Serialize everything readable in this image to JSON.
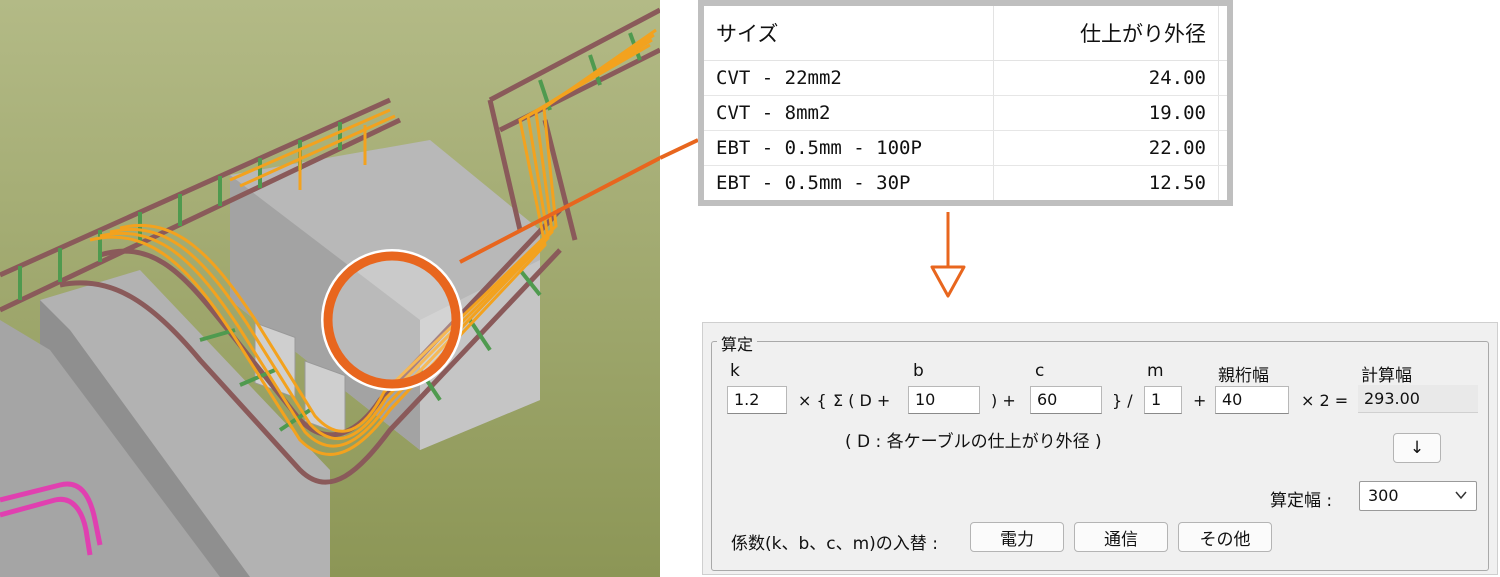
{
  "cable_table": {
    "headers": [
      "サイズ",
      "仕上がり外径"
    ],
    "rows": [
      [
        "CVT - 22mm2",
        "24.00"
      ],
      [
        "CVT - 8mm2",
        "19.00"
      ],
      [
        "EBT - 0.5mm - 100P",
        "22.00"
      ],
      [
        "EBT - 0.5mm - 30P",
        "12.50"
      ]
    ]
  },
  "calc": {
    "group_title": "算定",
    "labels": {
      "k": "k",
      "b": "b",
      "c": "c",
      "m": "m",
      "parent": "親桁幅",
      "result": "計算幅"
    },
    "ops": {
      "times_brace": "× {",
      "sigma": "Σ ( D +",
      "close_plus": ") +",
      "close_div": "} /",
      "plus": "+",
      "times2": "× 2 ="
    },
    "values": {
      "k": "1.2",
      "b": "10",
      "c": "60",
      "m": "1",
      "parent": "40",
      "result": "293.00"
    },
    "note": "( D : 各ケーブルの仕上がり外径 )",
    "down_button": "↓",
    "width_label": "算定幅 :",
    "width_value": "300",
    "swap_label": "係数(k、b、c、m)の入替 :",
    "buttons": [
      "電力",
      "通信",
      "その他"
    ]
  },
  "colors": {
    "callout": "#e8661e",
    "cable": "#f3a21e",
    "tray": "#8a5a5a",
    "rung": "#4f9a4f",
    "ground": "#9aa262"
  }
}
